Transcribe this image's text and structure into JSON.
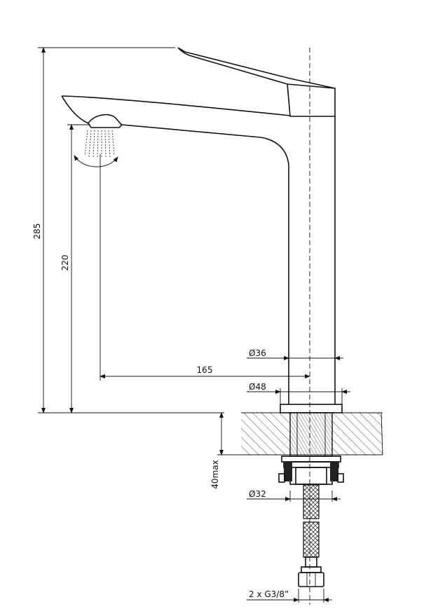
{
  "dimensions": {
    "total_height": "285",
    "spout_height": "220",
    "spout_reach": "165",
    "body_diameter": "Ø36",
    "base_diameter": "Ø48",
    "max_deck_thickness": "40max",
    "fixing_diameter": "Ø32",
    "connection": "2 x G3/8”"
  }
}
